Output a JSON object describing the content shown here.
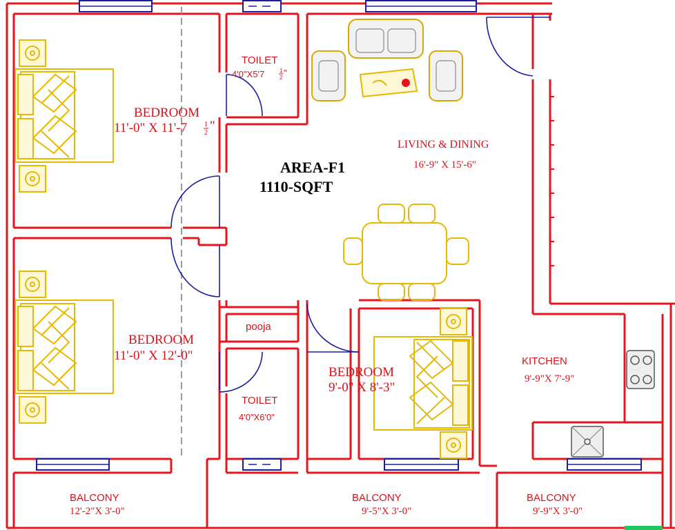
{
  "area": {
    "name": "AREA-F1",
    "size": "1110-SQFT"
  },
  "rooms": {
    "bedroom_top": {
      "name": "BEDROOM",
      "dim_main": "11'-0\" X 11'-7",
      "dim_frac_num": "1",
      "dim_frac_den": "2",
      "dim_end": "\""
    },
    "bedroom_left": {
      "name": "BEDROOM",
      "dim": "11'-0\" X 12'-0\""
    },
    "bedroom_right": {
      "name": "BEDROOM",
      "dim": "9'-0\" X 8'-3\""
    },
    "toilet_top": {
      "name": "TOILET",
      "dim_main": "4'0\"X5'7",
      "dim_frac_num": "1",
      "dim_frac_den": "2",
      "dim_end": "\""
    },
    "toilet_bottom": {
      "name": "TOILET",
      "dim": "4'0\"X6'0\""
    },
    "pooja": {
      "name": "pooja"
    },
    "living": {
      "name": "LIVING & DINING",
      "dim": "16'-9\" X 15'-6\""
    },
    "kitchen": {
      "name": "KITCHEN",
      "dim": "9'-9\"X 7'-9\""
    },
    "balcony_left": {
      "name": "BALCONY",
      "dim": "12'-2\"X 3'-0\""
    },
    "balcony_mid": {
      "name": "BALCONY",
      "dim": "9'-5\"X 3'-0\""
    },
    "balcony_right": {
      "name": "BALCONY",
      "dim": "9'-9\"X 3'-0\""
    }
  },
  "colors": {
    "wall": "#e8141c",
    "door": "#1b1ba8",
    "furniture": "#e6b800",
    "text": "#d4141b"
  }
}
